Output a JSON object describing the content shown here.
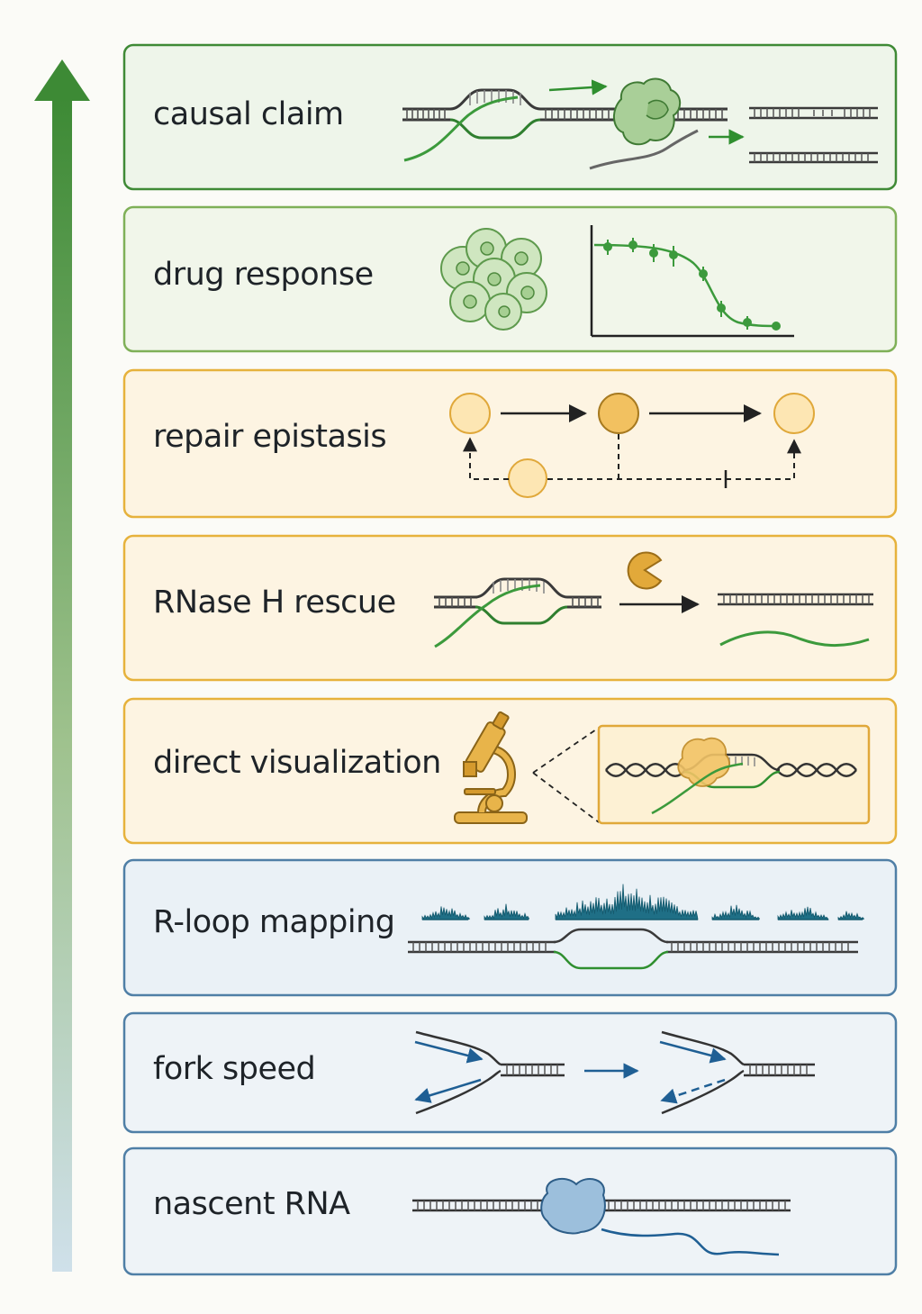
{
  "stages": [
    {
      "id": "causal-claim",
      "label": "causal claim",
      "tier": "green-dark"
    },
    {
      "id": "drug-response",
      "label": "drug response",
      "tier": "green"
    },
    {
      "id": "repair-epistasis",
      "label": "repair epistasis",
      "tier": "yellow"
    },
    {
      "id": "rnase-h-rescue",
      "label": "RNase H rescue",
      "tier": "yellow"
    },
    {
      "id": "direct-visualization",
      "label": "direct visualization",
      "tier": "yellow"
    },
    {
      "id": "r-loop-mapping",
      "label": "R-loop mapping",
      "tier": "blue"
    },
    {
      "id": "fork-speed",
      "label": "fork speed",
      "tier": "blue"
    },
    {
      "id": "nascent-rna",
      "label": "nascent RNA",
      "tier": "blue"
    }
  ],
  "colors": {
    "green_dark": "#3f8a36",
    "green": "#7fb058",
    "yellow": "#e6b23c",
    "blue": "#4f7fa6",
    "dna": "#3a3a3a",
    "rna_green": "#3c9a3c",
    "rna_blue": "#1f5f94",
    "arrow_top": "#3d8a35",
    "arrow_bottom": "#cfe0ea"
  },
  "icons": {
    "causal-claim": [
      "r-loop-icon",
      "transcription-complex-icon",
      "resolved-dna-icon"
    ],
    "drug-response": [
      "cell-cluster-icon",
      "dose-response-curve-icon"
    ],
    "repair-epistasis": [
      "epistasis-network-icon"
    ],
    "rnase-h-rescue": [
      "r-loop-icon",
      "rnase-h-pacman-icon",
      "free-rna-icon"
    ],
    "direct-visualization": [
      "microscope-icon",
      "zoomed-r-loop-icon"
    ],
    "r-loop-mapping": [
      "coverage-peaks-icon",
      "r-loop-icon"
    ],
    "fork-speed": [
      "replication-fork-icon"
    ],
    "nascent-rna": [
      "rna-polymerase-icon",
      "nascent-transcript-icon"
    ]
  }
}
